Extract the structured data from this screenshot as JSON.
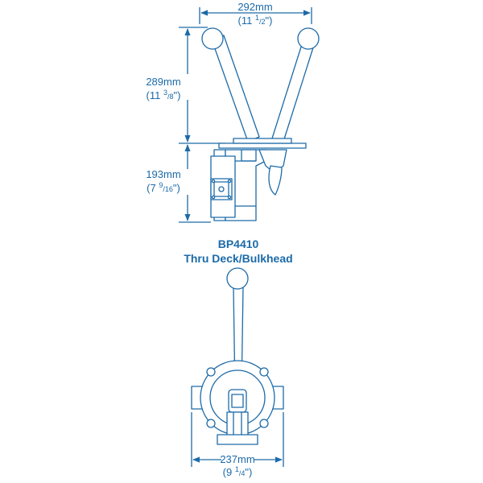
{
  "colors": {
    "line": "#1c6aa8",
    "fill": "#ffffff"
  },
  "dimensions": {
    "width_top": {
      "metric": "292mm",
      "imperial_whole": "(11 ",
      "imperial_num": "1",
      "imperial_den": "2",
      "imperial_close": "\")"
    },
    "height_handles": {
      "metric": "289mm",
      "imperial_whole": "(11 ",
      "imperial_num": "3",
      "imperial_den": "8",
      "imperial_close": "\")"
    },
    "height_body": {
      "metric": "193mm",
      "imperial_whole": "(7 ",
      "imperial_num": "9",
      "imperial_den": "16",
      "imperial_close": "\")"
    },
    "width_bottom": {
      "metric": "237mm",
      "imperial_whole": "(9 ",
      "imperial_num": "1",
      "imperial_den": "4",
      "imperial_close": "\")"
    }
  },
  "caption": {
    "model": "BP4410",
    "description": "Thru Deck/Bulkhead"
  }
}
